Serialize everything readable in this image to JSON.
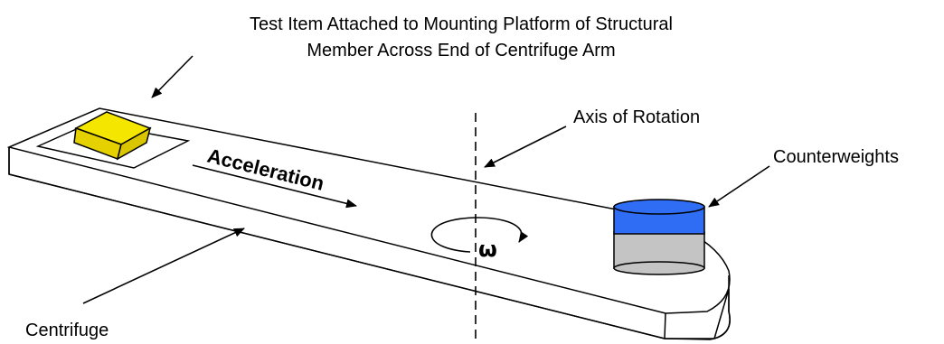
{
  "labels": {
    "test_item_line1": "Test Item Attached to Mounting Platform of Structural",
    "test_item_line2": "Member Across End of Centrifuge Arm",
    "axis_of_rotation": "Axis of Rotation",
    "counterweights": "Counterweights",
    "acceleration": "Acceleration",
    "omega": "ω",
    "centrifuge": "Centrifuge"
  },
  "colors": {
    "test_item": "#f5e600",
    "counterweight_top": "#2f6df5",
    "counterweight_bottom": "#c4c4c4",
    "arm": "#ffffff",
    "line": "#000000"
  }
}
